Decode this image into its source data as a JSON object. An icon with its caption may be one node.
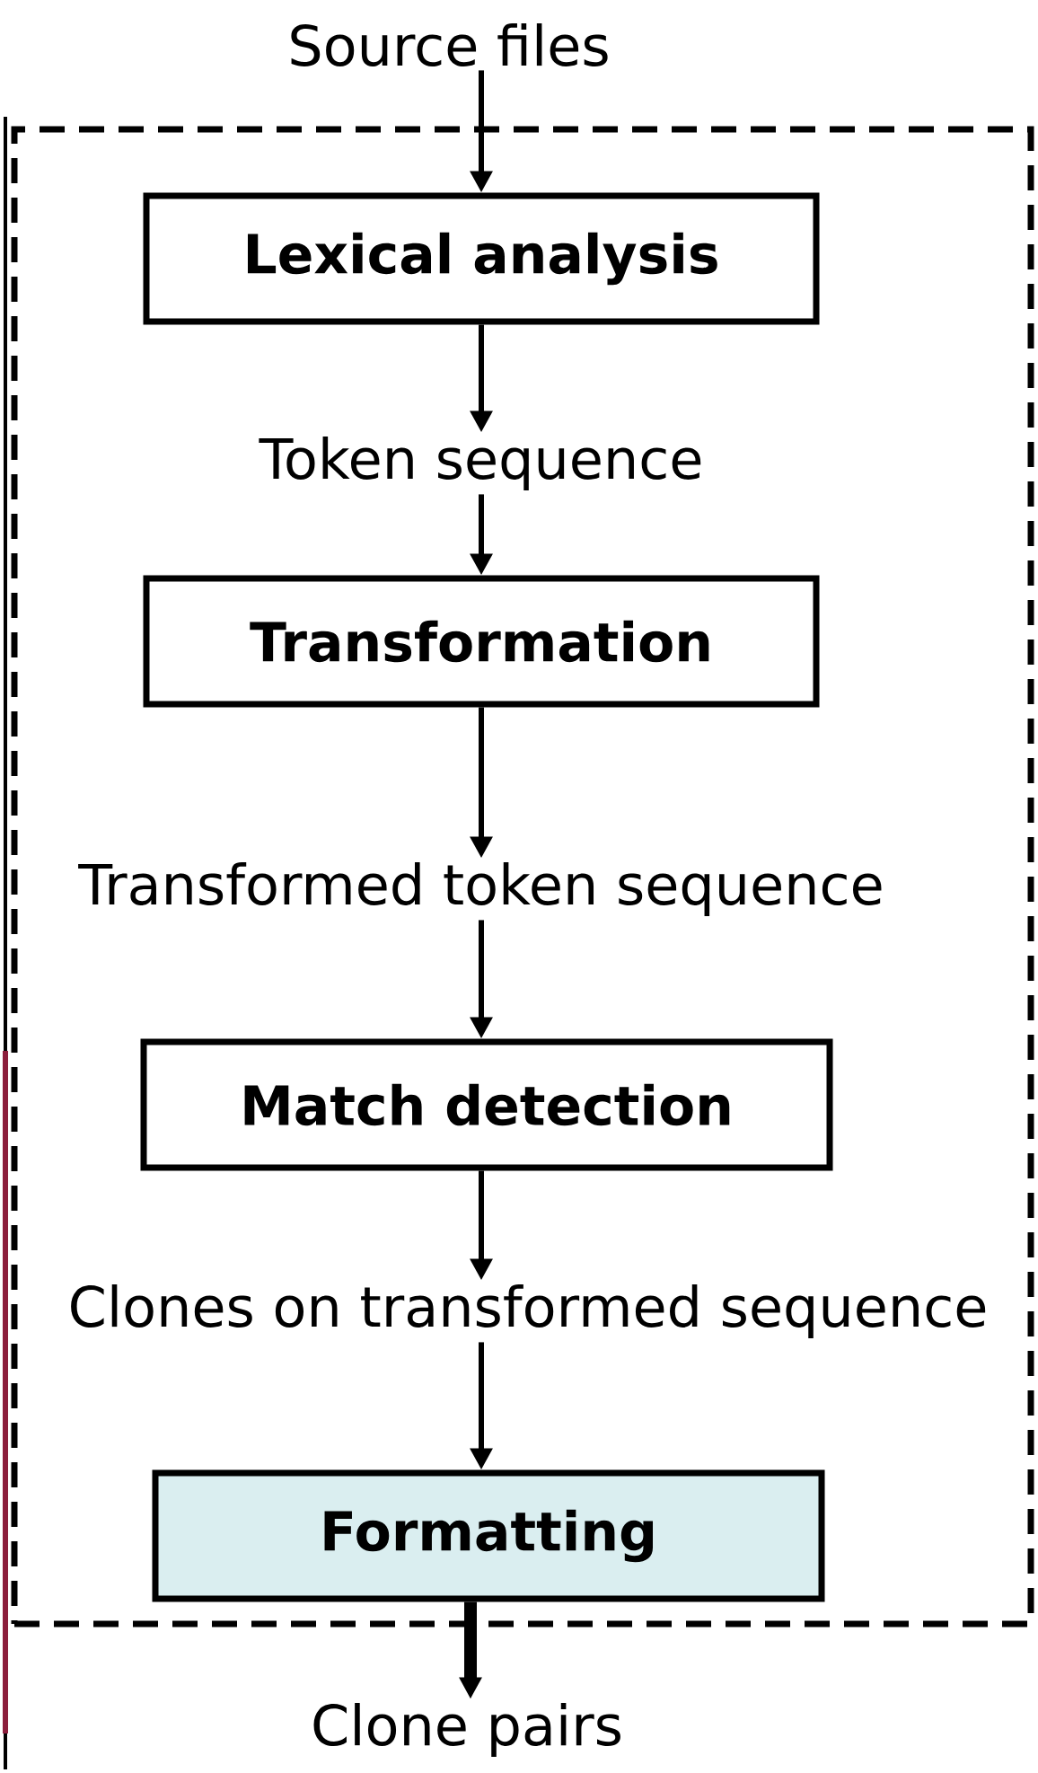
{
  "diagram": {
    "nodes": [
      {
        "text": [],
        "shape": "box"
      },
      {
        "text": [
          "Source files"
        ]
      },
      {
        "text": [
          "Lexical analysis"
        ],
        "in": 0
      },
      {
        "text": [
          "Token sequence"
        ],
        "in": 0
      },
      {
        "text": [
          "Transformation"
        ],
        "in": 0
      },
      {
        "text": [
          "Transformed token sequence"
        ],
        "in": 0
      },
      {
        "text": [
          "Match detection"
        ],
        "in": 0
      },
      {
        "text": [
          "Clones on transformed sequence"
        ],
        "in": 0
      },
      {
        "text": [
          "Formatting"
        ],
        "in": 0
      },
      {
        "text": [
          "Clone pairs"
        ]
      }
    ],
    "edges": [
      {
        "from": 1,
        "to": 2,
        "arrow": "to"
      },
      {
        "from": 2,
        "to": 3,
        "arrow": "to"
      },
      {
        "from": 3,
        "to": 4,
        "arrow": "to"
      },
      {
        "from": 4,
        "to": 5,
        "arrow": "to"
      },
      {
        "from": 5,
        "to": 6,
        "arrow": "to"
      },
      {
        "from": 6,
        "to": 7,
        "arrow": "to"
      },
      {
        "from": 7,
        "to": 8,
        "arrow": "to"
      },
      {
        "from": 8,
        "to": 9,
        "arrow": "to",
        "style": "thick"
      }
    ]
  }
}
